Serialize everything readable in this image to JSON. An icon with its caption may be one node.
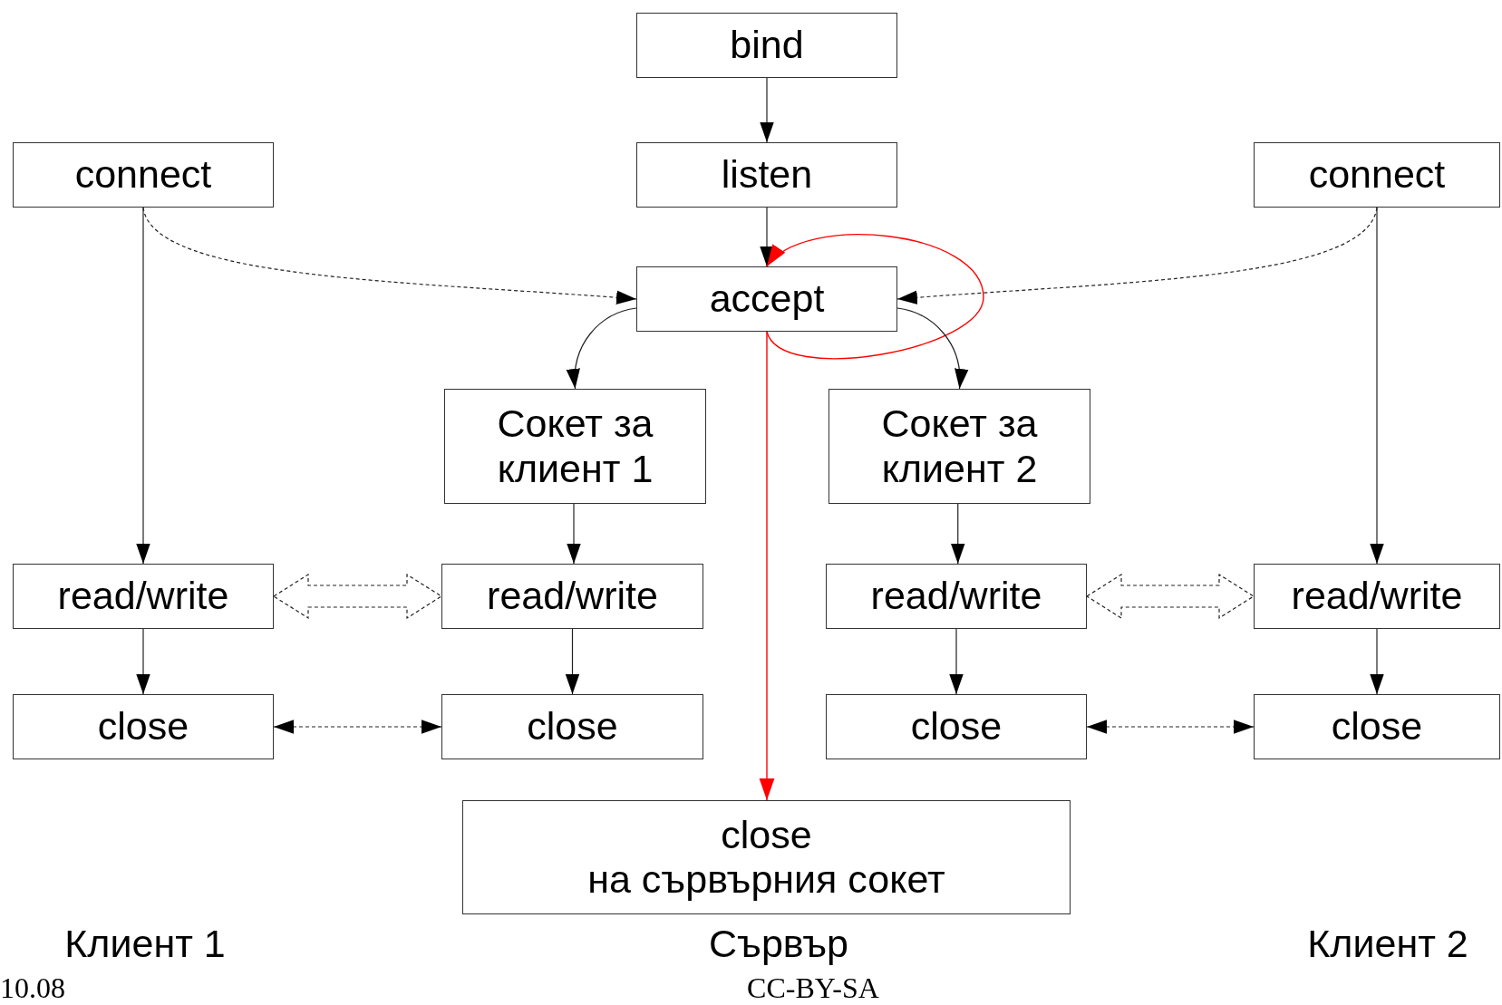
{
  "diagram": {
    "nodes": [
      {
        "text": [
          "bind"
        ]
      },
      {
        "text": [
          "listen"
        ]
      },
      {
        "text": [
          "connect"
        ]
      },
      {
        "text": [
          "connect"
        ]
      },
      {
        "text": [
          "accept"
        ]
      },
      {
        "text": [
          "Сокет за клиент 1"
        ]
      },
      {
        "text": [
          "Сокет за клиент 2"
        ]
      },
      {
        "text": [
          "read/write"
        ]
      },
      {
        "text": [
          "read/write"
        ]
      },
      {
        "text": [
          "read/write"
        ]
      },
      {
        "text": [
          "read/write"
        ]
      },
      {
        "text": [
          "close"
        ]
      },
      {
        "text": [
          "close"
        ]
      },
      {
        "text": [
          "close"
        ]
      },
      {
        "text": [
          "close"
        ]
      },
      {
        "text": [
          "close",
          "на сървърния сокет"
        ]
      }
    ],
    "edges": [
      {
        "from": 0,
        "to": 1,
        "arrow": "to"
      },
      {
        "from": 1,
        "to": 4,
        "arrow": "to"
      },
      {
        "from": 2,
        "to": 4,
        "arrow": "to",
        "style": "dashed"
      },
      {
        "from": 3,
        "to": 4,
        "arrow": "to",
        "style": "dashed"
      },
      {
        "from": 4,
        "to": 4,
        "arrow": "to",
        "color": "#ff0000"
      },
      {
        "from": 4,
        "to": 15,
        "arrow": "to",
        "color": "#ff0000"
      },
      {
        "from": 4,
        "to": 5,
        "arrow": "to"
      },
      {
        "from": 4,
        "to": 6,
        "arrow": "to"
      },
      {
        "from": 2,
        "to": 7,
        "arrow": "to"
      },
      {
        "from": 3,
        "to": 10,
        "arrow": "to"
      },
      {
        "from": 5,
        "to": 8,
        "arrow": "to"
      },
      {
        "from": 6,
        "to": 9,
        "arrow": "to"
      },
      {
        "from": 7,
        "to": 11,
        "arrow": "to"
      },
      {
        "from": 8,
        "to": 12,
        "arrow": "to"
      },
      {
        "from": 9,
        "to": 13,
        "arrow": "to"
      },
      {
        "from": 10,
        "to": 14,
        "arrow": "to"
      },
      {
        "from": 7,
        "to": 8,
        "arrow": "both",
        "style": "dashed"
      },
      {
        "from": 9,
        "to": 10,
        "arrow": "both",
        "style": "dashed"
      },
      {
        "from": 11,
        "to": 12,
        "arrow": "both",
        "style": "dashed"
      },
      {
        "from": 13,
        "to": 14,
        "arrow": "both",
        "style": "dashed"
      }
    ],
    "labels": [
      "Клиент 1",
      "Сървър",
      "Клиент 2",
      "10.08",
      "CC-BY-SA"
    ]
  }
}
